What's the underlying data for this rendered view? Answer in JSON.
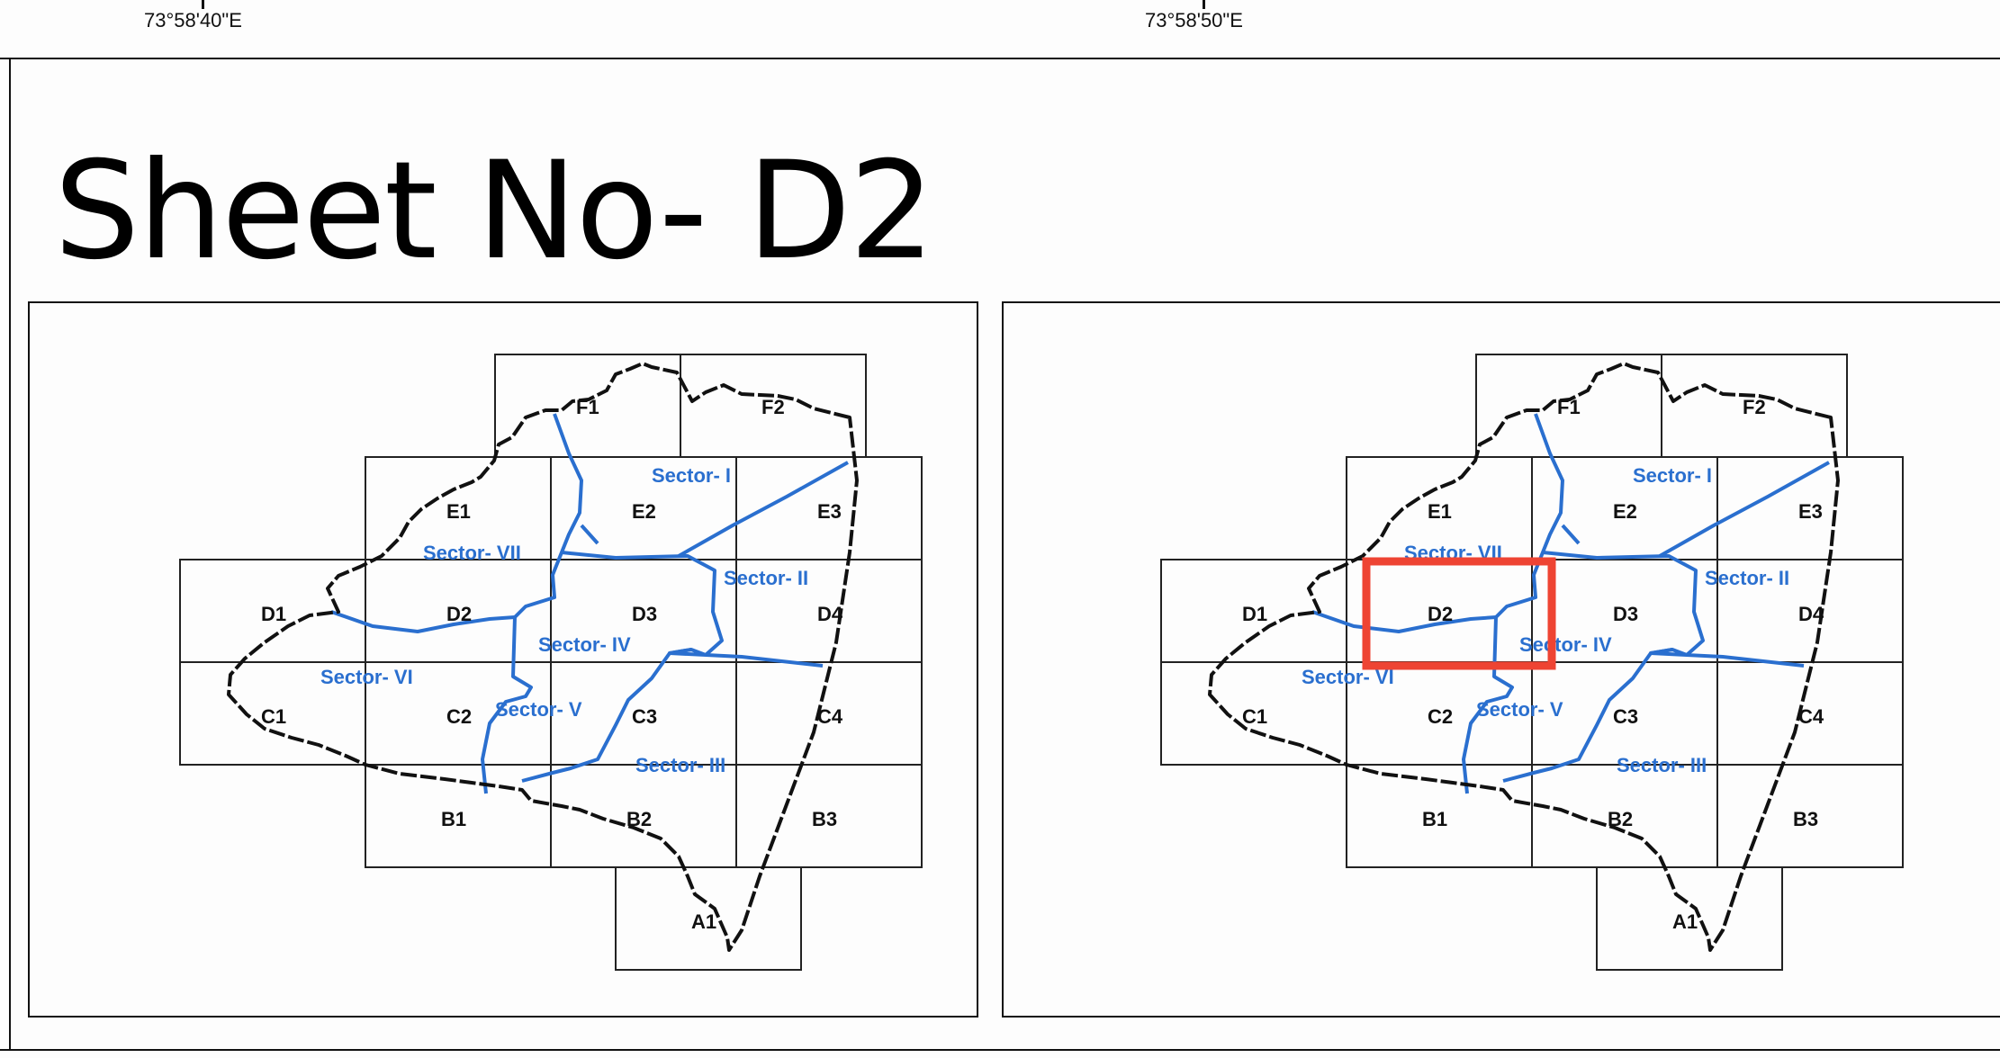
{
  "coordinates": {
    "left_label": "73°58'40\"E",
    "right_label": "73°58'50\"E"
  },
  "sheet": {
    "title": "Sheet No- D2",
    "highlighted_grid": "D2",
    "highlight_color": "#ee4433"
  },
  "map": {
    "grid_labels": [
      "F1",
      "F2",
      "E1",
      "E2",
      "E3",
      "D1",
      "D2",
      "D3",
      "D4",
      "C1",
      "C2",
      "C3",
      "C4",
      "B1",
      "B2",
      "B3",
      "A1"
    ],
    "sector_labels": [
      "Sector- I",
      "Sector- II",
      "Sector- III",
      "Sector- IV",
      "Sector- V",
      "Sector- VI",
      "Sector- VII"
    ],
    "boundary_color": "#111111",
    "sector_line_color": "#2a6fcf"
  }
}
